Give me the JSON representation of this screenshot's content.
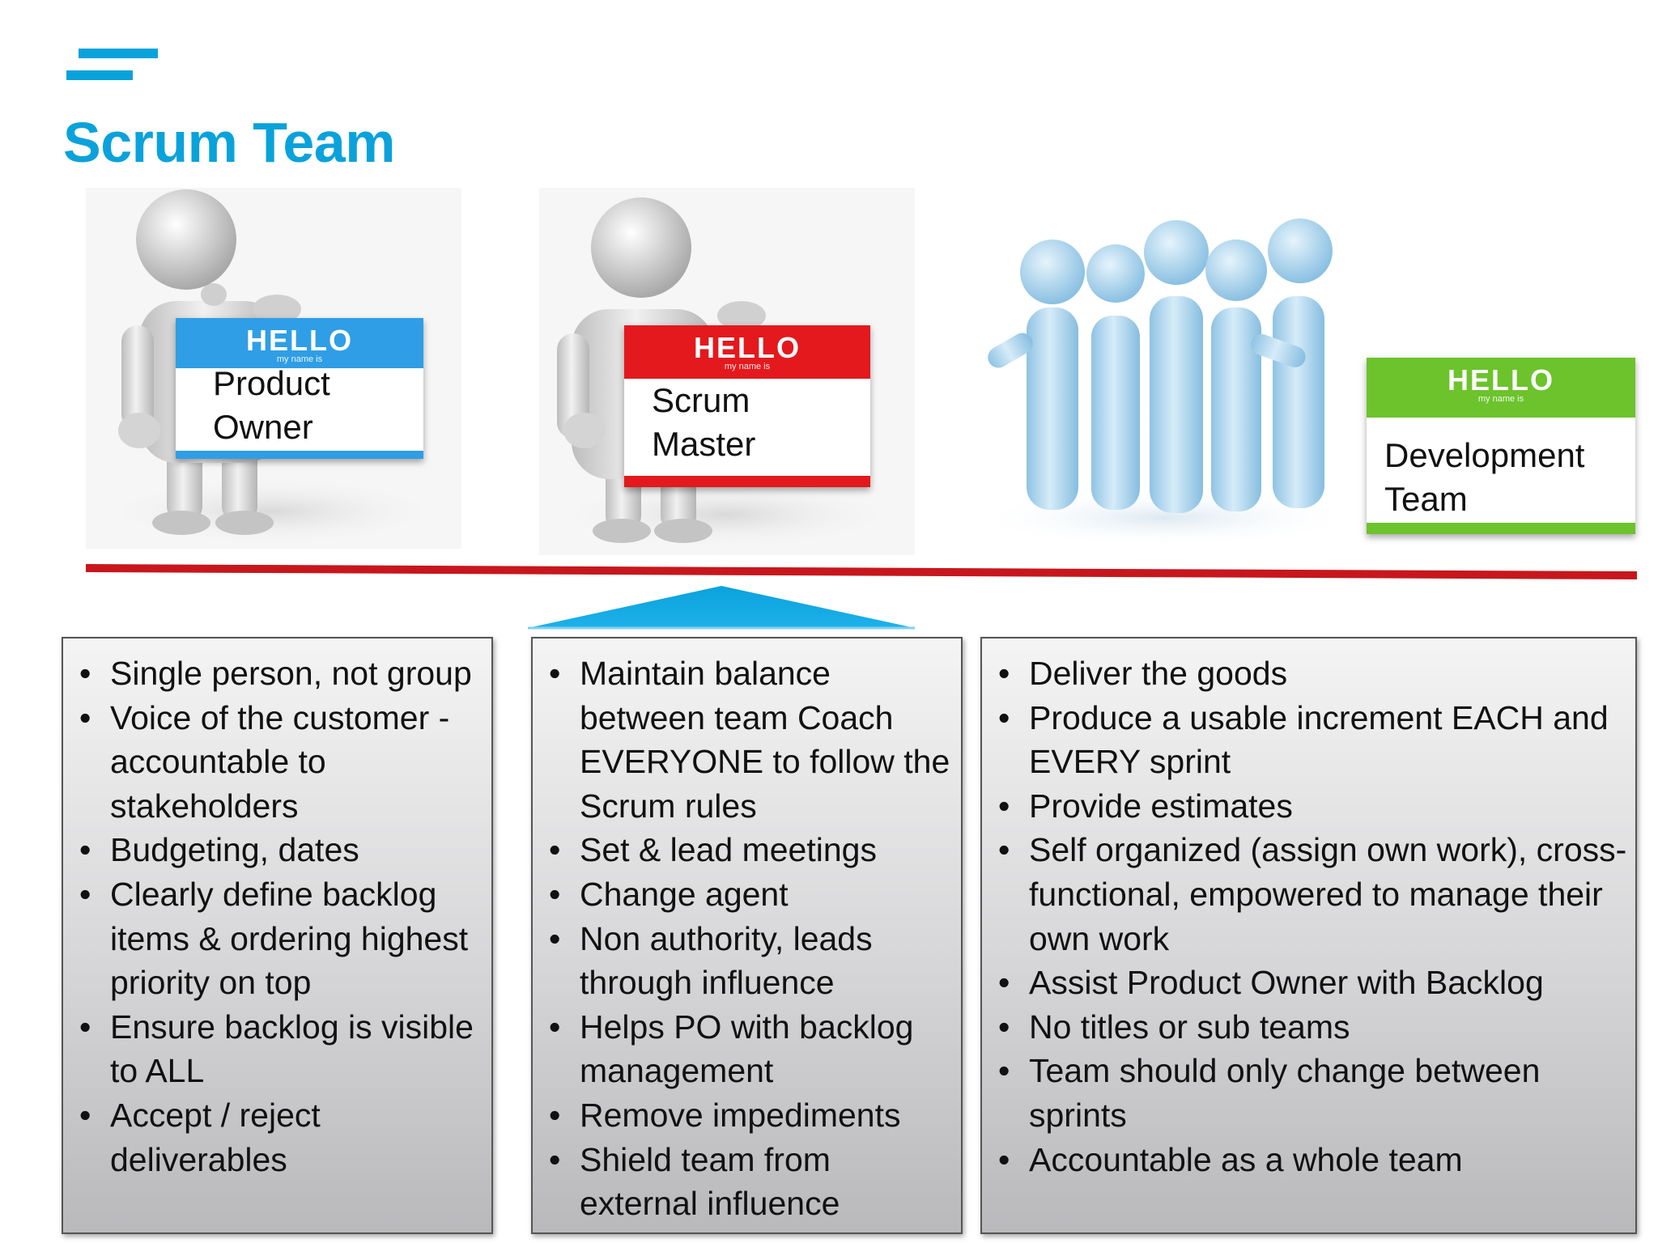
{
  "title": "Scrum Team",
  "colors": {
    "accent": "#0aa2db",
    "product_owner": "#2f9ee6",
    "scrum_master": "#e3191d",
    "development_team": "#6cc32c",
    "divider": "#c8161d"
  },
  "roles": {
    "product_owner": {
      "hello": "HELLO",
      "my_name_is": "my name is",
      "name": "Product\nOwner",
      "responsibilities": [
        "Single person, not group",
        "Voice of the customer - accountable to stakeholders",
        "Budgeting, dates",
        "Clearly define backlog items & ordering highest priority on top",
        "Ensure backlog is visible to ALL",
        "Accept / reject deliverables"
      ]
    },
    "scrum_master": {
      "hello": "HELLO",
      "my_name_is": "my name is",
      "name": "Scrum\nMaster",
      "responsibilities": [
        "Maintain balance between team Coach EVERYONE to follow the Scrum rules",
        "Set & lead meetings",
        "Change agent",
        "Non authority, leads through influence",
        "Helps PO with backlog management",
        "Remove impediments",
        "Shield team from external influence"
      ]
    },
    "development_team": {
      "hello": "HELLO",
      "my_name_is": "my name is",
      "name": "Development\nTeam",
      "responsibilities": [
        "Deliver the goods",
        "Produce a usable increment EACH and EVERY sprint",
        "Provide estimates",
        "Self organized (assign own work), cross-functional, empowered to manage their own work",
        "Assist Product Owner with Backlog",
        "No titles or sub teams",
        "Team should only change between sprints",
        "Accountable as a whole team"
      ]
    }
  }
}
